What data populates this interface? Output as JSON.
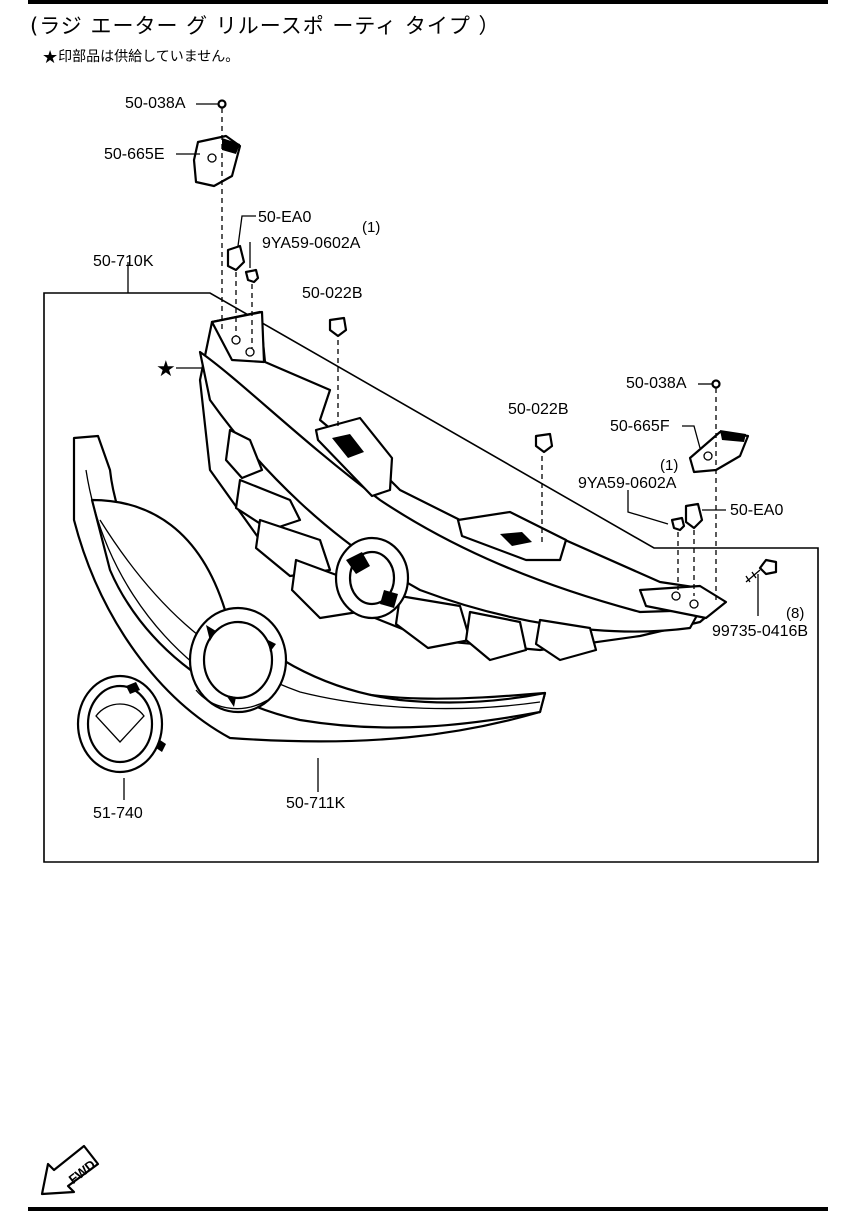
{
  "header": {
    "title": "(ラジ エーター グ リルースポ ーティ タイプ ）",
    "note_symbol": "★",
    "note_text": "印部品は供給していません。"
  },
  "parts": {
    "p_50_038A_left": "50-038A",
    "p_50_665E": "50-665E",
    "p_50_EA0_left": "50-EA0",
    "p_qty_left": "(1)",
    "p_9YA59_left": "9YA59-0602A",
    "p_50_710K": "50-710K",
    "p_50_022B_left": "50-022B",
    "p_star": "★",
    "p_50_038A_right": "50-038A",
    "p_50_022B_right": "50-022B",
    "p_50_665F": "50-665F",
    "p_qty_right": "(1)",
    "p_9YA59_right": "9YA59-0602A",
    "p_50_EA0_right": "50-EA0",
    "p_qty_screw": "(8)",
    "p_99735": "99735-0416B",
    "p_51_740": "51-740",
    "p_50_711K": "50-711K"
  },
  "fwd_label": "FWD",
  "icons": [
    "star-icon",
    "fwd-arrow-icon"
  ]
}
